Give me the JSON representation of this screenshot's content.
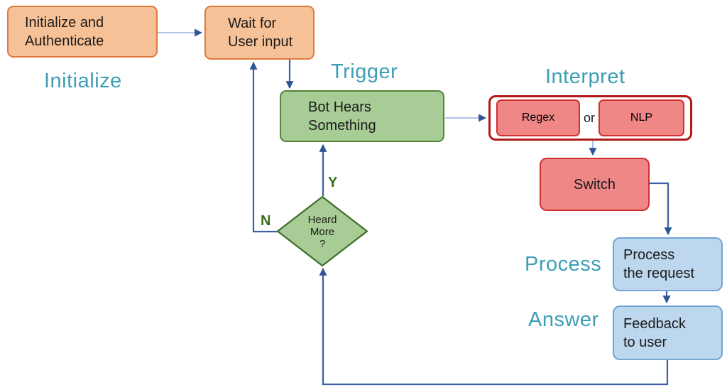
{
  "diagram": {
    "phase_labels": {
      "initialize": "Initialize",
      "trigger": "Trigger",
      "interpret": "Interpret",
      "process": "Process",
      "answer": "Answer"
    },
    "nodes": {
      "init_auth": {
        "text": "Initialize and\nAuthenticate"
      },
      "wait_input": {
        "text": "Wait for\nUser input"
      },
      "bot_hears": {
        "text": "Bot Hears\nSomething"
      },
      "regex": {
        "text": "Regex"
      },
      "or_label": "or",
      "nlp": {
        "text": "NLP"
      },
      "switch": {
        "text": "Switch"
      },
      "process_request": {
        "text": "Process\nthe request"
      },
      "feedback": {
        "text": "Feedback\nto user"
      },
      "heard_more": {
        "text": "Heard\nMore\n?"
      }
    },
    "edge_labels": {
      "yes": "Y",
      "no": "N"
    }
  },
  "colors": {
    "orange_fill": "#F6C196",
    "orange_border": "#E0793D",
    "green_fill": "#A7CC95",
    "green_border": "#55813B",
    "diamond_border": "#3E6E2A",
    "red_fill": "#F08787",
    "red_border": "#D03030",
    "dark_red_border": "#AE1917",
    "blue_fill": "#BDD7EE",
    "blue_border": "#74A3D6",
    "teal": "#3D9EB5",
    "line_dark": "#3C5FA7",
    "line_light": "#9AAEDC",
    "arrowhead": "#2F5597",
    "yn_green": "#376E1F",
    "text": "#1B1B1B"
  }
}
